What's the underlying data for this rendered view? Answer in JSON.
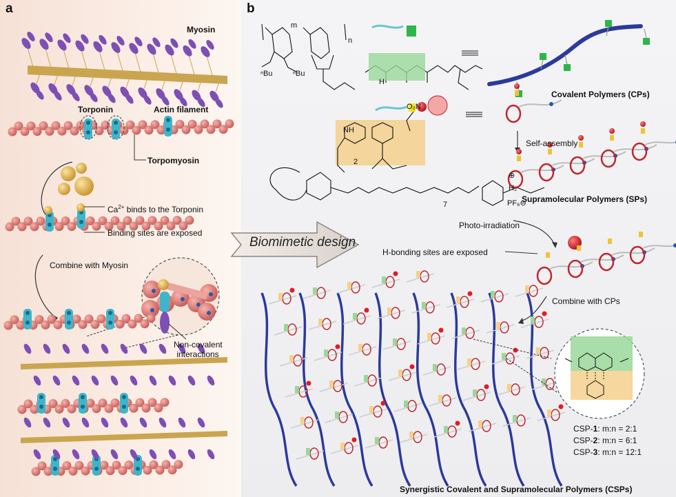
{
  "panel_a": {
    "letter": "a",
    "myosin": "Myosin",
    "torponin": "Torponin",
    "actin_filament": "Actin filament",
    "torpomyosin": "Torpomyosin",
    "ca_ion": "Ca²⁺",
    "ca_binds_prefix": "Ca",
    "ca_binds_sup": "2+",
    "ca_binds_suffix": " binds to the Torponin",
    "binding_exposed": "Binding sites are exposed",
    "combine_myosin": "Combine with Myosin",
    "noncovalent_line1": "Non-covalent",
    "noncovalent_line2": "interactions"
  },
  "panel_b": {
    "letter": "b",
    "center_arrow": "Biomimetic design",
    "covalent_polymers": "Covalent Polymers (CPs)",
    "self_assembly": "Self-assembly",
    "supramolecular_polymers": "Supramolecular Polymers (SPs)",
    "photo_irradiation": "Photo-irradiation",
    "hbond_exposed": "H-bonding sites are exposed",
    "combine_cps": "Combine with CPs",
    "footer_title": "Synergistic Covalent and Supramolecular Polymers (CSPs)",
    "csp_ratios": [
      {
        "name": "CSP-",
        "num": "1",
        "ratio": ": m:n = 2:1"
      },
      {
        "name": "CSP-",
        "num": "2",
        "ratio": ": m:n = 6:1"
      },
      {
        "name": "CSP-",
        "num": "3",
        "ratio": ": m:n = 12:1"
      }
    ],
    "chem": {
      "m": "m",
      "n": "n",
      "bu1": "ⁿBu",
      "bu2": "ⁿBu",
      "o": "O",
      "n_atom": "N",
      "h": "H",
      "nh": "NH",
      "o2n": "O₂N",
      "sub2": "2",
      "sub7": "7",
      "pf6": "PF₆⊖",
      "h2": "H₂",
      "plus": "⊕"
    }
  },
  "colors": {
    "myosin": "#7d4fb5",
    "actin": "#e07f78",
    "troponin": "#3fb5c9",
    "calcium": "#d9a93a",
    "polymer_blue": "#2b3a9b",
    "hbond_green": "#9ad79a",
    "hbond_orange": "#f5d08c",
    "stopper_red": "#e31b23",
    "ring_red": "#c0262c"
  }
}
